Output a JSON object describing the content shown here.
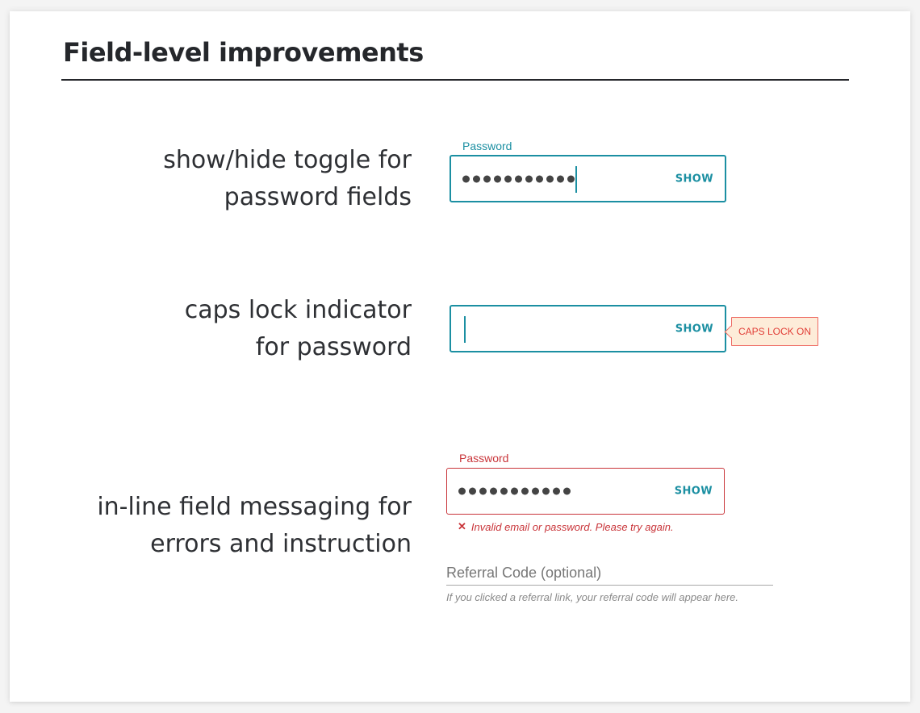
{
  "title": "Field-level improvements",
  "colors": {
    "accent": "#1b8fa2",
    "error": "#c9353a",
    "caps_bg": "#fdecd9",
    "caps_border": "#ee6a63",
    "text_dark": "#25272b"
  },
  "sections": [
    {
      "description": [
        "show/hide toggle for",
        "password fields"
      ],
      "field": {
        "label": "Password",
        "masked_length": 11,
        "toggle_label": "SHOW",
        "state": "focused"
      }
    },
    {
      "description": [
        "caps lock indicator",
        "for password"
      ],
      "field": {
        "toggle_label": "SHOW",
        "state": "focused-empty",
        "badge": "CAPS LOCK ON"
      }
    },
    {
      "description": [
        "in-line field messaging for",
        "errors and instruction"
      ],
      "field": {
        "label": "Password",
        "masked_length": 11,
        "toggle_label": "SHOW",
        "state": "error",
        "error_icon": "x-icon",
        "error_message": "Invalid email or password. Please try again."
      },
      "referral": {
        "placeholder": "Referral Code (optional)",
        "help_text": "If you clicked a referral link, your referral code will appear here."
      }
    }
  ]
}
